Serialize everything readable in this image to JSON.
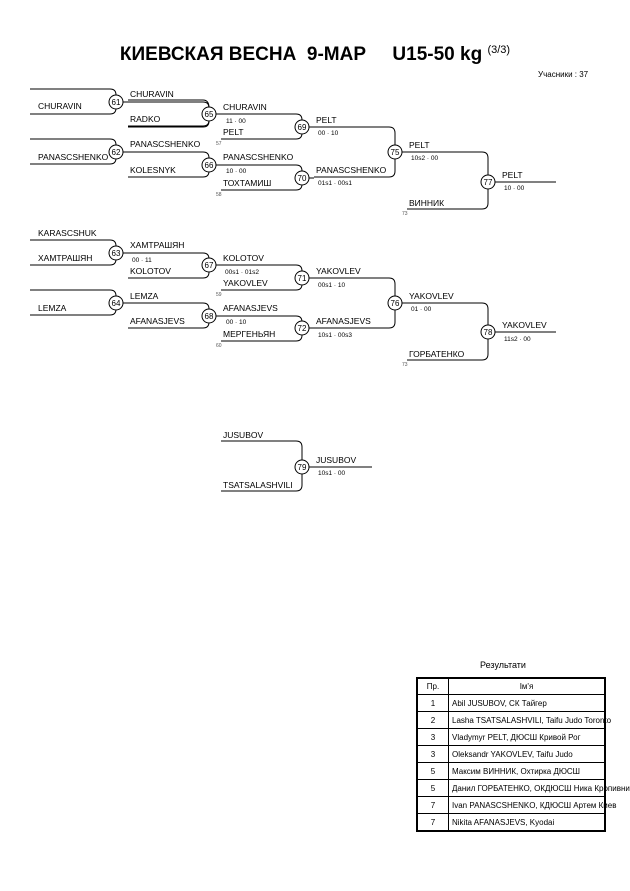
{
  "header": {
    "title": "КИЕВСКАЯ ВЕСНА  9-МАР     U15-50 kg",
    "page": "(3/3)",
    "participants": "Учасники : 37"
  },
  "bracket": {
    "entries": [
      "CHURAVIN",
      "PANASCSHENKO",
      "KARASCSHUK",
      "ХАМТРАШЯН",
      "LEMZA"
    ],
    "matches": [
      {
        "no": "61",
        "top": "CHURAVIN",
        "bottom": "RADKO",
        "score": ""
      },
      {
        "no": "62",
        "top": "PANASCSHENKO",
        "bottom": "KOLESNYK",
        "score": ""
      },
      {
        "no": "63",
        "top": "ХАМТРАШЯН",
        "bottom": "KOLOTOV",
        "score": "00 · 11"
      },
      {
        "no": "64",
        "top": "LEMZA",
        "bottom": "AFANASJEVS",
        "score": ""
      },
      {
        "no": "65",
        "top": "CHURAVIN",
        "bottom": "PELT",
        "score": "11 · 00",
        "ref": "57"
      },
      {
        "no": "66",
        "top": "PANASCSHENKO",
        "bottom": "ТОХТАМИШ",
        "score": "10 · 00",
        "ref": "58"
      },
      {
        "no": "67",
        "top": "KOLOTOV",
        "bottom": "YAKOVLEV",
        "score": "00s1 · 01s2",
        "ref": "59"
      },
      {
        "no": "68",
        "top": "AFANASJEVS",
        "bottom": "МЕРГЕНЬЯН",
        "score": "00 · 10",
        "ref": "60"
      },
      {
        "no": "69",
        "winner": "PELT",
        "score": "00 · 10"
      },
      {
        "no": "70",
        "winner": "PANASCSHENKO",
        "score": "01s1 · 00s1"
      },
      {
        "no": "71",
        "winner": "YAKOVLEV",
        "score": "00s1 · 10"
      },
      {
        "no": "72",
        "winner": "AFANASJEVS",
        "score": "10s1 · 00s3"
      },
      {
        "no": "75",
        "winner": "PELT",
        "score": "10s2 · 00"
      },
      {
        "no": "76",
        "winner": "YAKOVLEV",
        "score": "01 · 00"
      },
      {
        "no": "77",
        "winner": "PELT",
        "bottom": "ВИННИК",
        "score": "10 · 00",
        "ref": "73"
      },
      {
        "no": "78",
        "winner": "YAKOVLEV",
        "bottom": "ГОРБАТЕНКО",
        "score": "11s2 · 00",
        "ref": "73"
      },
      {
        "no": "79",
        "top": "JUSUBOV",
        "bottom": "TSATSALASHVILI",
        "winner": "JUSUBOV",
        "score": "10s1 · 00"
      }
    ]
  },
  "results": {
    "title": "Результати",
    "headers": [
      "Пр.",
      "Ім'я"
    ],
    "rows": [
      {
        "place": "1",
        "name": "Abil JUSUBOV, СК Тайгер"
      },
      {
        "place": "2",
        "name": "Lasha TSATSALASHVILI, Taifu Judo Toronto"
      },
      {
        "place": "3",
        "name": "Vladymyr PELT, ДЮСШ Кривой Рог"
      },
      {
        "place": "3",
        "name": "Oleksandr YAKOVLEV, Taifu Judo"
      },
      {
        "place": "5",
        "name": "Максим ВИННИК, Охтирка ДЮСШ"
      },
      {
        "place": "5",
        "name": "Данил ГОРБАТЕНКО, ОКДЮСШ Ника Кропивницкий"
      },
      {
        "place": "7",
        "name": "Ivan PANASCSHENKO, КДЮСШ Артем Киев"
      },
      {
        "place": "7",
        "name": "Nikita AFANASJEVS, Kyodai"
      }
    ]
  }
}
